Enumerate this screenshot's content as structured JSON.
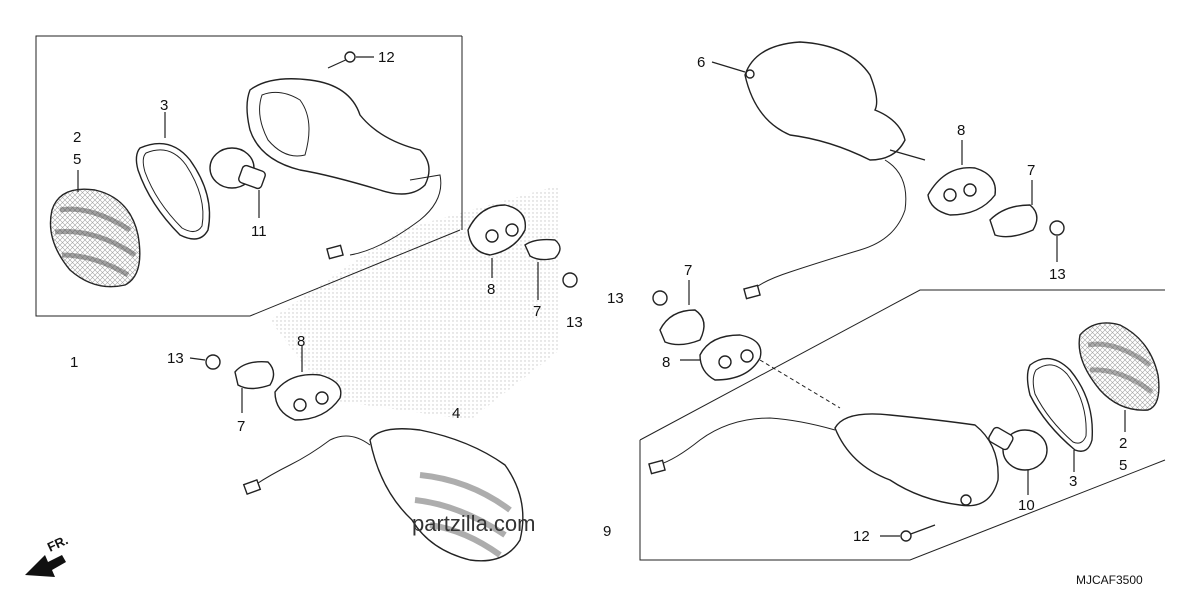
{
  "labels": {
    "l1": "1",
    "l2a": "2",
    "l5a": "5",
    "l3a": "3",
    "l11": "11",
    "l12a": "12",
    "l8a": "8",
    "l7a": "7",
    "l13a": "13",
    "l13b": "13",
    "l8b": "8",
    "l7b": "7",
    "l4": "4",
    "l6": "6",
    "l8c": "8",
    "l7c": "7",
    "l13c": "13",
    "l13d": "13",
    "l7d": "7",
    "l8d": "8",
    "l2b": "2",
    "l5b": "5",
    "l3b": "3",
    "l10": "10",
    "l12b": "12",
    "l9": "9"
  },
  "watermark": "partzilla.com",
  "front_marker": "FR.",
  "diagram_code": "MJCAF3500",
  "colors": {
    "line": "#222222",
    "background": "#ffffff",
    "dots": "#b0b0b0"
  }
}
